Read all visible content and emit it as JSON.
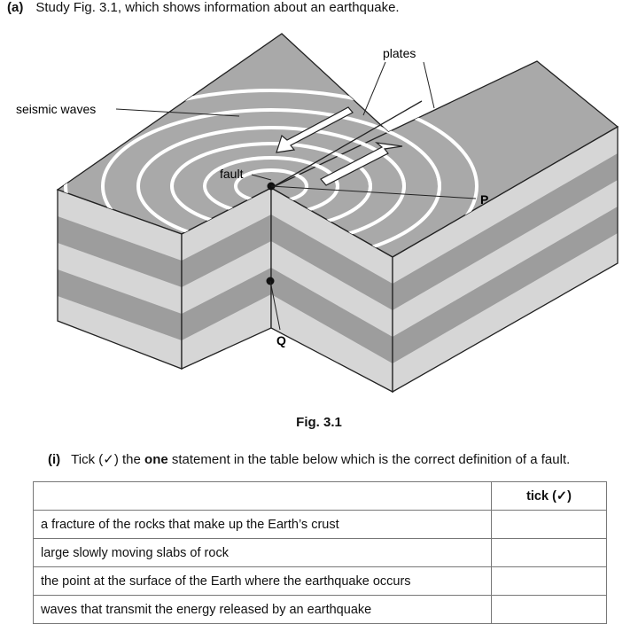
{
  "question": {
    "number": "(a)",
    "text": "Study Fig. 3.1, which shows information about an earthquake."
  },
  "figure": {
    "labels": {
      "plates": "plates",
      "seismic_waves": "seismic waves",
      "fault": "fault",
      "P": "P",
      "Q": "Q"
    },
    "caption": "Fig. 3.1"
  },
  "subquestion": {
    "number": "(i)",
    "text_before": "Tick (✓) the ",
    "emphasis": "one",
    "text_after": " statement in the table below which is the correct definition of a fault."
  },
  "table": {
    "header_blank": "",
    "header_tick": "tick (✓)",
    "rows": [
      "a fracture of the rocks that make up the Earth’s crust",
      "large slowly moving slabs of rock",
      "the point at the surface of the Earth where the earthquake occurs",
      "waves that transmit the energy released by an earthquake"
    ]
  },
  "colors": {
    "top_surface": "#a9a9a9",
    "light_layer": "#d6d6d6",
    "dark_layer": "#9d9d9d",
    "outline": "#222222"
  }
}
